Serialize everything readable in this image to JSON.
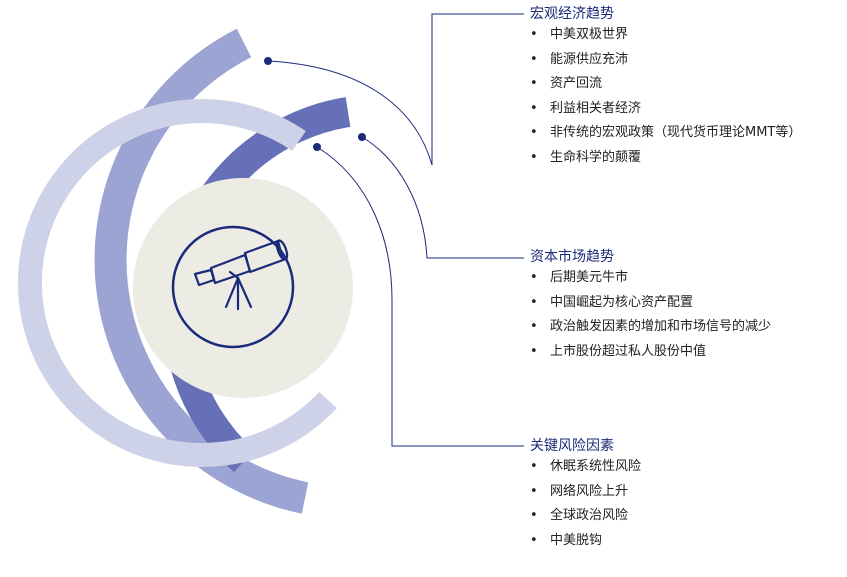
{
  "sections": [
    {
      "title": "宏观经济趋势",
      "items": [
        "中美双极世界",
        "能源供应充沛",
        "资产回流",
        "利益相关者经济",
        "非传统的宏观政策（现代货币理论MMT等）",
        "生命科学的颠覆"
      ]
    },
    {
      "title": "资本市场趋势",
      "items": [
        "后期美元牛市",
        "中国崛起为核心资产配置",
        "政治触发因素的增加和市场信号的减少",
        "上市股份超过私人股份中值"
      ]
    },
    {
      "title": "关键风险因素",
      "items": [
        "休眠系统性风险",
        "网络风险上升",
        "全球政治风险",
        "中美脱钩"
      ]
    }
  ],
  "bullet_glyph": "•",
  "center_icon": "telescope-icon",
  "colors": {
    "outer_ring": "#9ba4d2",
    "middle_ring": "#6570b8",
    "inner_ring": "#cdd2e8",
    "core_disc": "#ecebe4",
    "navy": "#1b2a7a"
  }
}
